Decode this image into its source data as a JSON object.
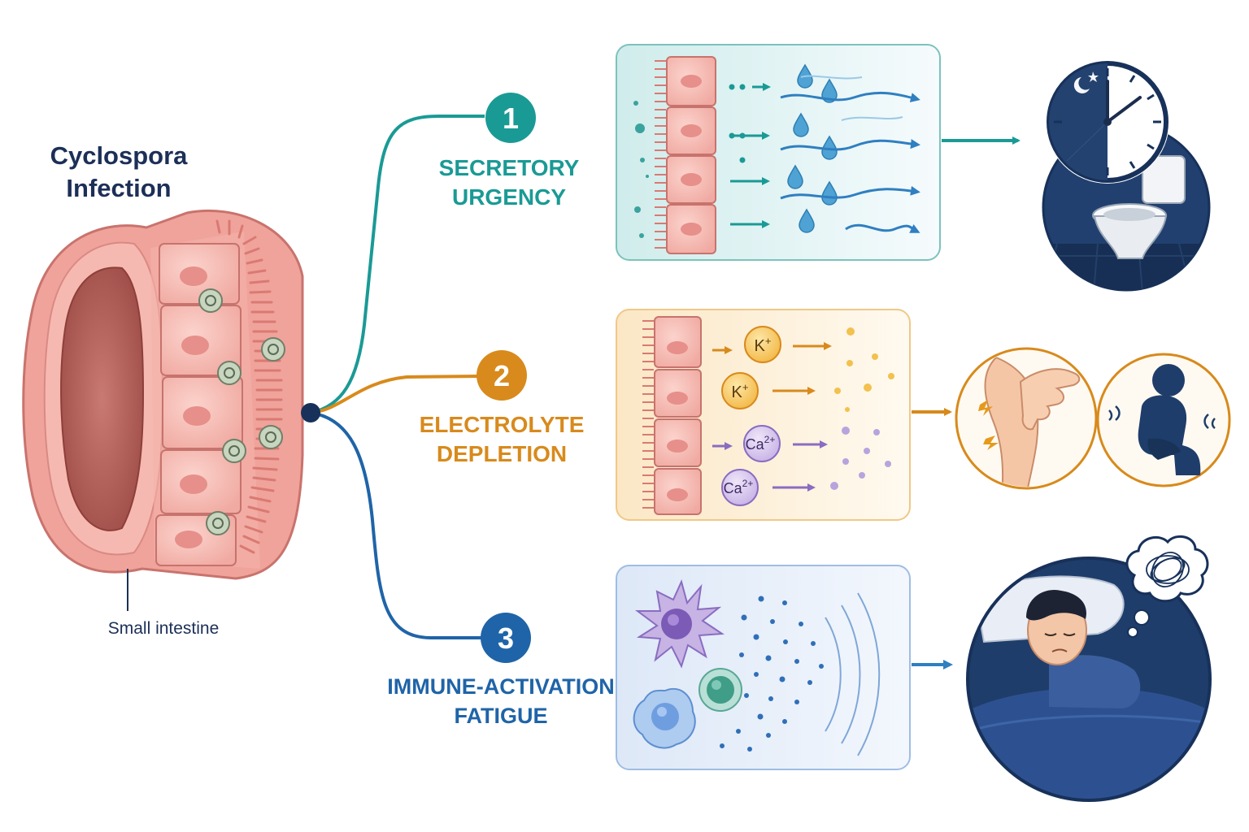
{
  "title": {
    "line1": "Cyclospora",
    "line2": "Infection"
  },
  "intestine_label": "Small intestine",
  "branches": [
    {
      "number": "1",
      "line1": "SECRETORY",
      "line2": "URGENCY",
      "color": "#1a9a95"
    },
    {
      "number": "2",
      "line1": "ELECTROLYTE",
      "line2": "DEPLETION",
      "color": "#d88a1c"
    },
    {
      "number": "3",
      "line1": "IMMUNE-ACTIVATION",
      "line2": "FATIGUE",
      "color": "#1f64a8"
    }
  ],
  "ions": {
    "potassium": {
      "base": "K",
      "charge": "+"
    },
    "calcium": {
      "base": "Ca",
      "charge": "2+"
    }
  },
  "colors": {
    "tissue": "#f1a6a0",
    "cell": "#f7c4bd",
    "node": "#17315a",
    "navy_bg": "#1e3d6b",
    "teal_panel": "#e5f4f3",
    "orange_panel": "#fdf2dc",
    "blue_panel": "#e6eef9"
  },
  "icons": [
    "night-clock-icon",
    "toilet-icon",
    "leg-cramp-icon",
    "weak-person-icon",
    "sleeping-man-icon",
    "tangled-thought-icon",
    "parasite-icon",
    "immune-cell-icon"
  ]
}
